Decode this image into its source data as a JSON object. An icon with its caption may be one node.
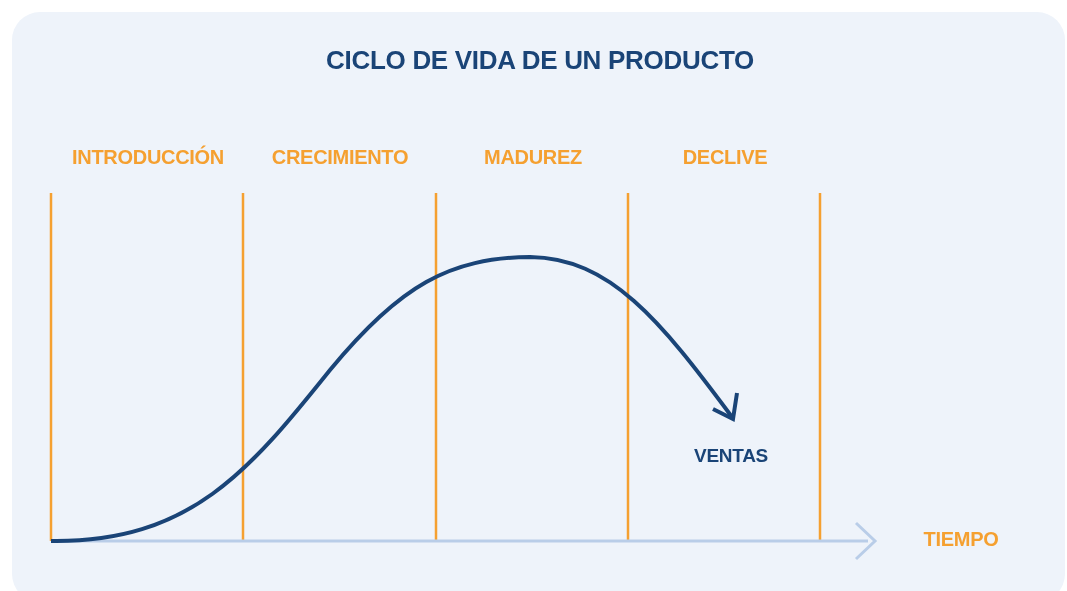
{
  "diagram": {
    "title": "CICLO DE VIDA DE UN PRODUCTO",
    "labels": [
      "INTRODUCCIÓN",
      "CRECIMIENTO",
      "MADUREZ",
      "DECLIVE",
      "VENTAS",
      "TIEMPO"
    ]
  }
}
